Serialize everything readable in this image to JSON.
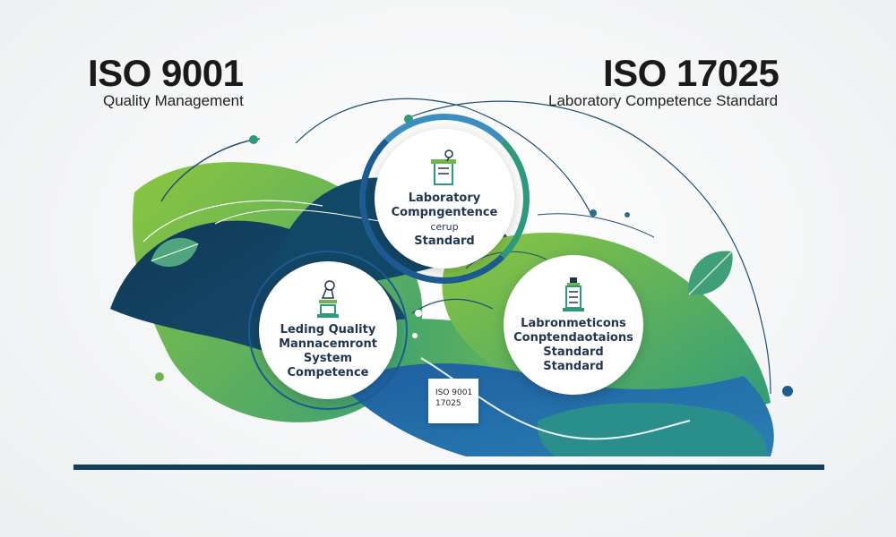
{
  "left_header": {
    "title": "ISO 9001",
    "subtitle": "Quality Management"
  },
  "right_header": {
    "title": "ISO 17025",
    "subtitle": "Laboratory Competence Standard"
  },
  "circles": {
    "top": {
      "lines": [
        "Laboratory",
        "Compngentence",
        "cerup",
        "Standard"
      ],
      "icon": "lab-equipment-icon"
    },
    "left": {
      "lines": [
        "Leding Quality",
        "Mannacemront",
        "System",
        "Competence"
      ],
      "icon": "microscope-icon"
    },
    "right": {
      "lines": [
        "Labronmeticons",
        "Conptendaotaions",
        "Standard",
        "Standard"
      ],
      "icon": "lab-stand-icon"
    }
  },
  "tag": {
    "lines": [
      "ISO 9001",
      "17025"
    ]
  },
  "colors": {
    "dark_navy": "#123f5a",
    "deep_blue": "#1d5c93",
    "teal": "#2e9a7d",
    "leaf_green": "#6fb54d",
    "light_green": "#8cc63f",
    "text_navy": "#1f3550"
  }
}
